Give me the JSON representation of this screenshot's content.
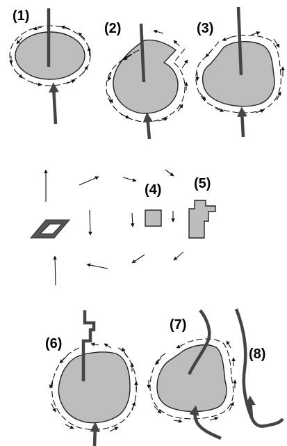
{
  "labels": {
    "p1": "(1)",
    "p2": "(2)",
    "p3": "(3)",
    "p4": "(4)",
    "p5": "(5)",
    "p6": "(6)",
    "p7": "(7)",
    "p8": "(8)"
  },
  "colors": {
    "shape_fill": "#bdbdbd",
    "rod": "#444444",
    "arrow": "#111111"
  }
}
